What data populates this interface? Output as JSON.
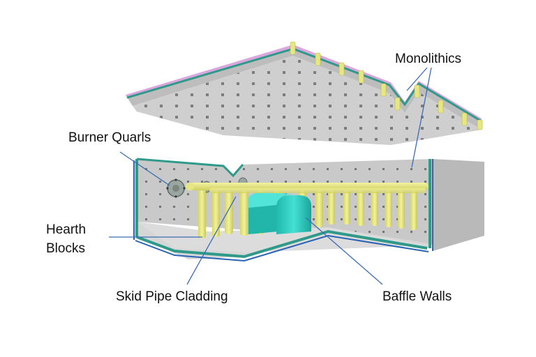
{
  "labels": {
    "monolithics": "Monolithics",
    "burner_quarls": "Burner Quarls",
    "hearth_blocks_line1": "Hearth",
    "hearth_blocks_line2": "Blocks",
    "skid_pipe_cladding": "Skid Pipe Cladding",
    "baffle_walls": "Baffle Walls"
  },
  "colors": {
    "wall": "#c9c9c9",
    "wall_dark": "#a9a9a9",
    "floor": "#d4d4d4",
    "lining_green": "#2f9a8a",
    "lining_blue": "#2a63b5",
    "roof_top": "#d9a6dd",
    "pipe": "#e6e685",
    "pipe_dark": "#c9c95a",
    "baffle": "#33d1c6",
    "leader": "#3b6db5"
  }
}
